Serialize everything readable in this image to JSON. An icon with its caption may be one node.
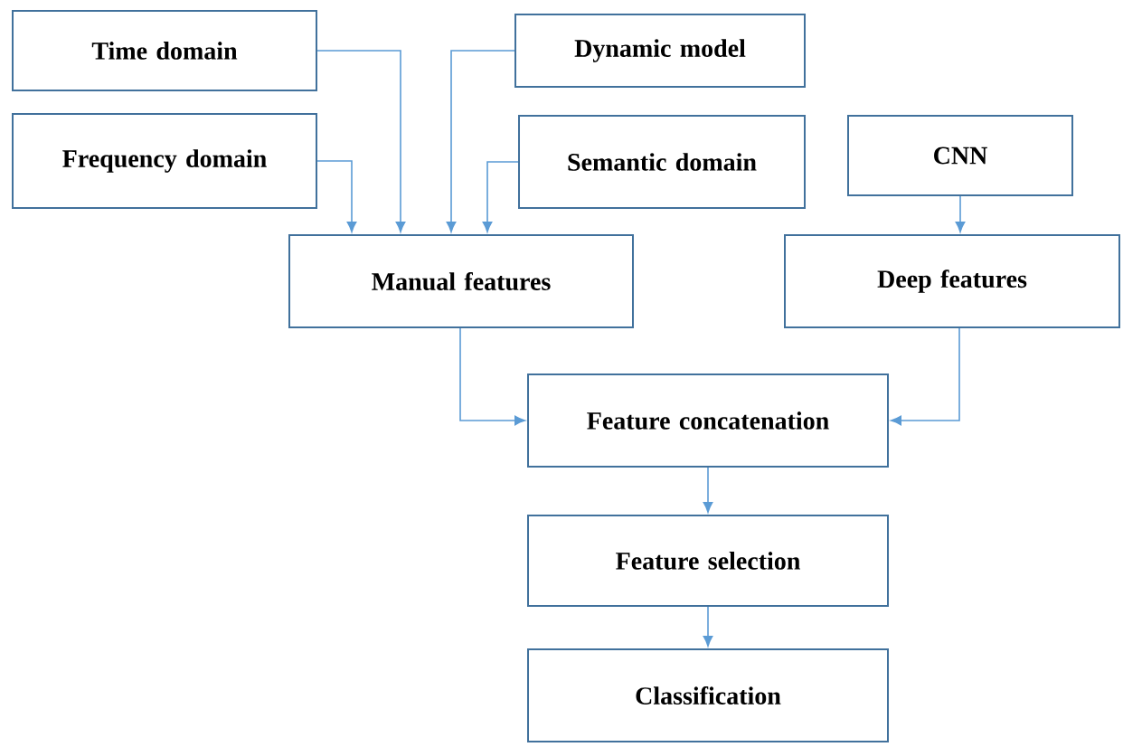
{
  "diagram": {
    "nodes": [
      {
        "text": [
          "Time domain"
        ]
      },
      {
        "text": [
          "Frequency domain"
        ]
      },
      {
        "text": [
          "Dynamic model"
        ]
      },
      {
        "text": [
          "Semantic domain"
        ]
      },
      {
        "text": [
          "CNN"
        ]
      },
      {
        "text": [
          "Manual features"
        ]
      },
      {
        "text": [
          "Deep features"
        ]
      },
      {
        "text": [
          "Feature concatenation"
        ]
      },
      {
        "text": [
          "Feature selection"
        ]
      },
      {
        "text": [
          "Classification"
        ]
      }
    ],
    "edges": [
      {
        "from": 0,
        "to": 5,
        "arrow": "to"
      },
      {
        "from": 1,
        "to": 5,
        "arrow": "to"
      },
      {
        "from": 2,
        "to": 5,
        "arrow": "to"
      },
      {
        "from": 3,
        "to": 5,
        "arrow": "to"
      },
      {
        "from": 4,
        "to": 6,
        "arrow": "to"
      },
      {
        "from": 5,
        "to": 7,
        "arrow": "to"
      },
      {
        "from": 6,
        "to": 7,
        "arrow": "to"
      },
      {
        "from": 7,
        "to": 8,
        "arrow": "to"
      },
      {
        "from": 8,
        "to": 9,
        "arrow": "to"
      }
    ]
  }
}
